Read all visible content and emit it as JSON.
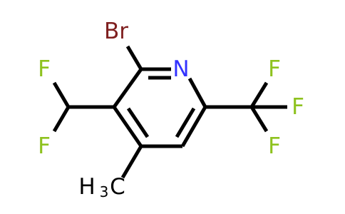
{
  "molecule": {
    "atoms": {
      "br": {
        "text": "Br",
        "color": "#7f1f1f"
      },
      "n": {
        "text": "N",
        "color": "#3333ff"
      },
      "f_chf2_upper": {
        "text": "F",
        "color": "#8ec21f"
      },
      "f_chf2_lower": {
        "text": "F",
        "color": "#8ec21f"
      },
      "f_cf3_top": {
        "text": "F",
        "color": "#8ec21f"
      },
      "f_cf3_right": {
        "text": "F",
        "color": "#8ec21f"
      },
      "f_cf3_bottom": {
        "text": "F",
        "color": "#8ec21f"
      },
      "methyl": {
        "h": "H",
        "sub": "3",
        "c": "C",
        "color": "#000000"
      }
    }
  }
}
